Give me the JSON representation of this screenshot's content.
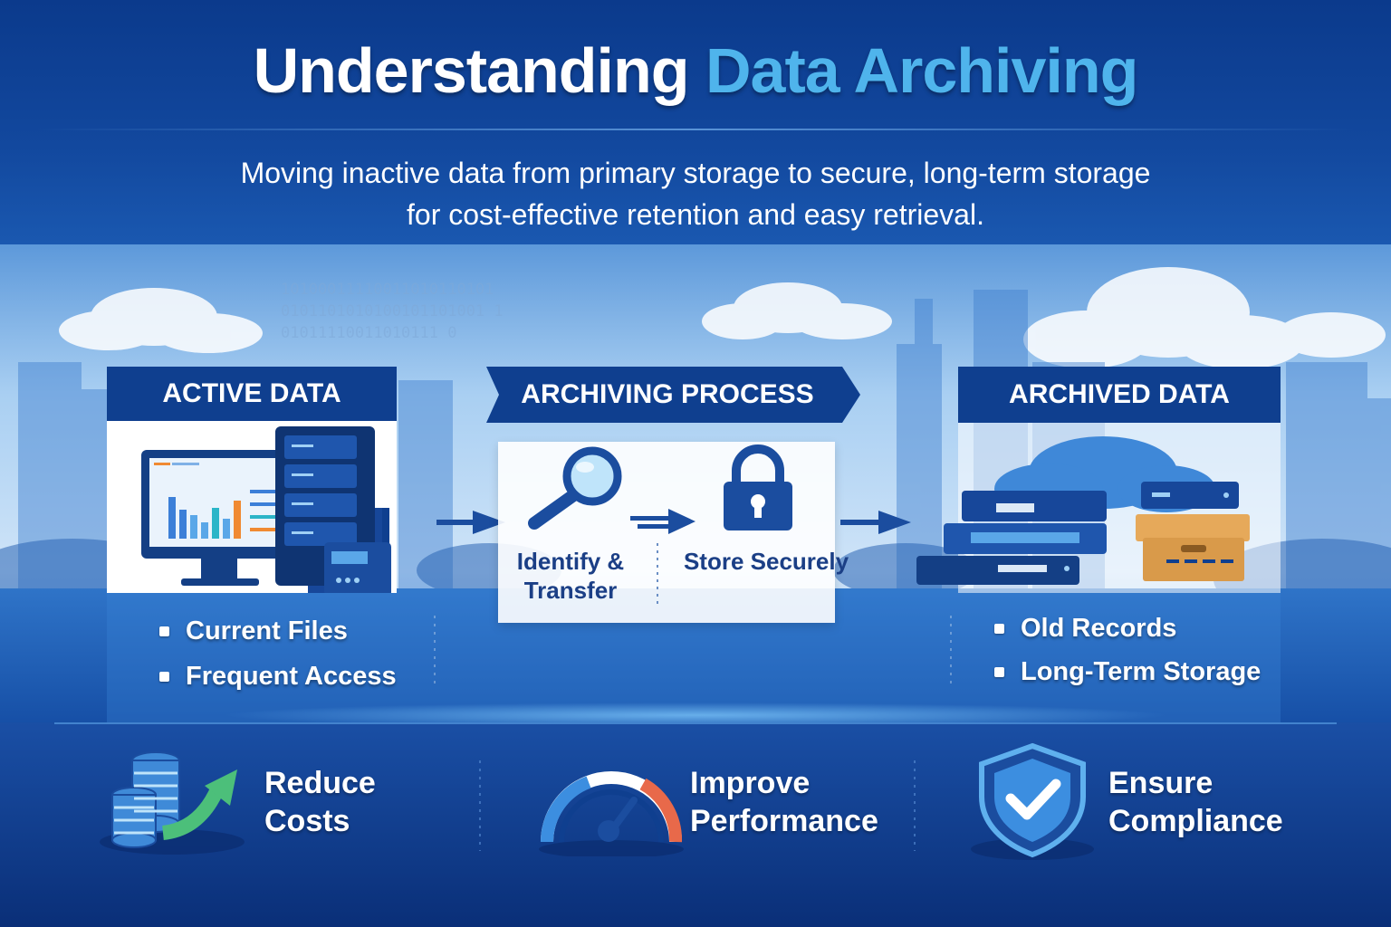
{
  "title": {
    "part1": "Understanding",
    "part2": "Data Archiving"
  },
  "subtitle": {
    "line1": "Moving inactive data from primary storage to secure, long-term storage",
    "line2": "for cost-effective retention and easy retrieval."
  },
  "active": {
    "heading": "ACTIVE DATA",
    "bullets": [
      "Current Files",
      "Frequent Access"
    ]
  },
  "process": {
    "heading": "ARCHIVING PROCESS",
    "step1_line1": "Identify &",
    "step1_line2": "Transfer",
    "step2": "Store Securely"
  },
  "archived": {
    "heading": "ARCHIVED DATA",
    "bullets": [
      "Old Records",
      "Long-Term Storage"
    ]
  },
  "benefits": [
    {
      "line1": "Reduce",
      "line2": "Costs",
      "icon": "coins-growth-icon"
    },
    {
      "line1": "Improve",
      "line2": "Performance",
      "icon": "speedometer-icon"
    },
    {
      "line1": "Ensure",
      "line2": "Compliance",
      "icon": "shield-check-icon"
    }
  ],
  "binary_decor": [
    "10100011110011010110101",
    "0101101010100101101001 1",
    "01011110011010111 0"
  ],
  "colors": {
    "navy": "#0f3f8f",
    "accent": "#4fb4ec",
    "chart_orange": "#f08a32",
    "box_tan": "#d99a4a"
  }
}
